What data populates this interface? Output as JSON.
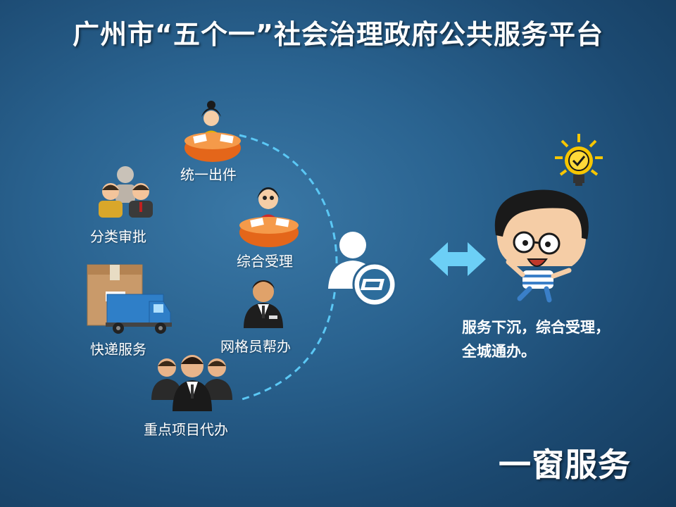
{
  "title": "广州市“五个一”社会治理政府公共服务平台",
  "nodes": {
    "unified_issue": "统一出件",
    "classified_approval": "分类审批",
    "comprehensive_acceptance": "综合受理",
    "express_service": "快递服务",
    "grid_worker_help": "网格员帮办",
    "key_project_agency": "重点项目代办"
  },
  "slogan": {
    "line1": "服务下沉，综合受理，",
    "line2": "全城通办。"
  },
  "footer_title": "一窗服务",
  "colors": {
    "background": "#2a6390",
    "dashed_arc": "#5bc8f5",
    "arrow": "#6ccff6",
    "desk": "#f07a1e",
    "bulb": "#f7c600"
  }
}
